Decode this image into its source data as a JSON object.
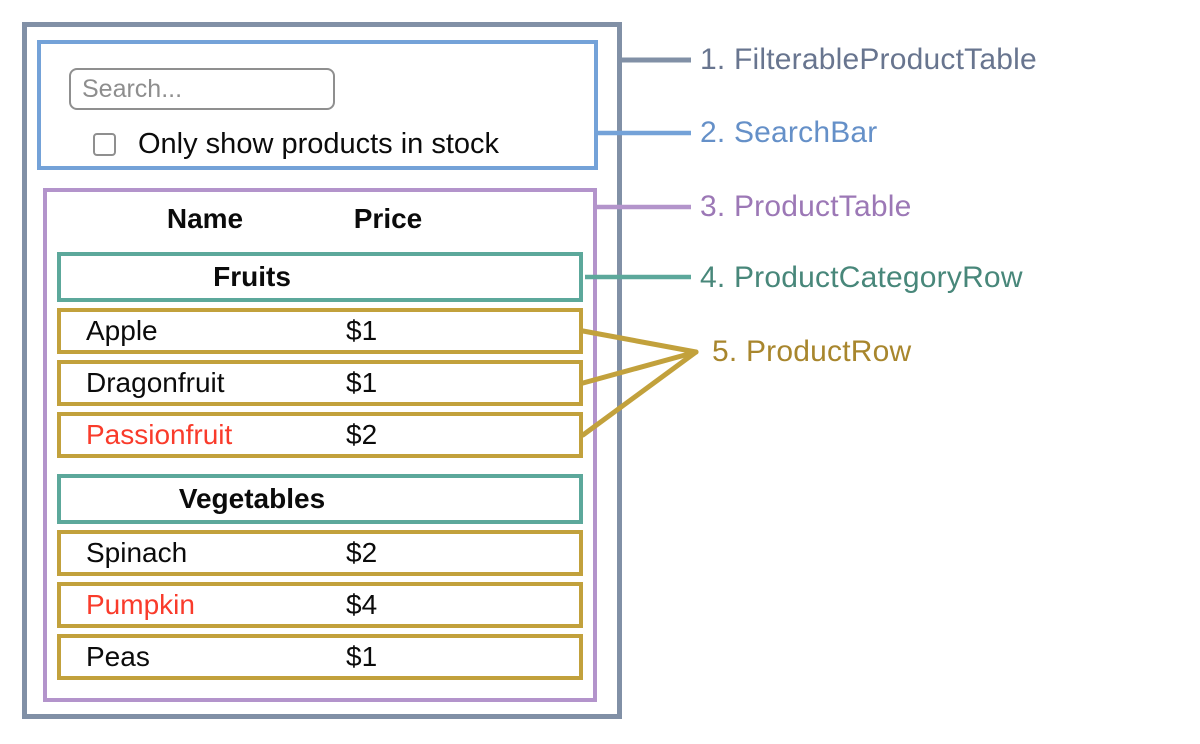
{
  "colors": {
    "slate": "#8190a6",
    "blue": "#74a2d8",
    "purple": "#b394cb",
    "teal": "#5ca89b",
    "gold": "#c2a13c",
    "label_slate": "#68758f",
    "label_blue": "#6590c8",
    "label_purple": "#9c78b6",
    "label_teal": "#48877a",
    "label_gold": "#a8862d",
    "red": "#f93b2b"
  },
  "search_bar": {
    "input_placeholder": "Search...",
    "input_value": "",
    "checkbox_checked": false,
    "checkbox_label": "Only show products in stock"
  },
  "product_table": {
    "columns": [
      "Name",
      "Price"
    ],
    "sections": [
      {
        "category": "Fruits",
        "products": [
          {
            "name": "Apple",
            "price": "$1",
            "red": false
          },
          {
            "name": "Dragonfruit",
            "price": "$1",
            "red": false
          },
          {
            "name": "Passionfruit",
            "price": "$2",
            "red": true
          }
        ]
      },
      {
        "category": "Vegetables",
        "products": [
          {
            "name": "Spinach",
            "price": "$2",
            "red": false
          },
          {
            "name": "Pumpkin",
            "price": "$4",
            "red": true
          },
          {
            "name": "Peas",
            "price": "$1",
            "red": false
          }
        ]
      }
    ]
  },
  "legend": [
    {
      "text": "1. FilterableProductTable"
    },
    {
      "text": "2. SearchBar"
    },
    {
      "text": "3. ProductTable"
    },
    {
      "text": "4. ProductCategoryRow"
    },
    {
      "text": "5. ProductRow"
    }
  ]
}
